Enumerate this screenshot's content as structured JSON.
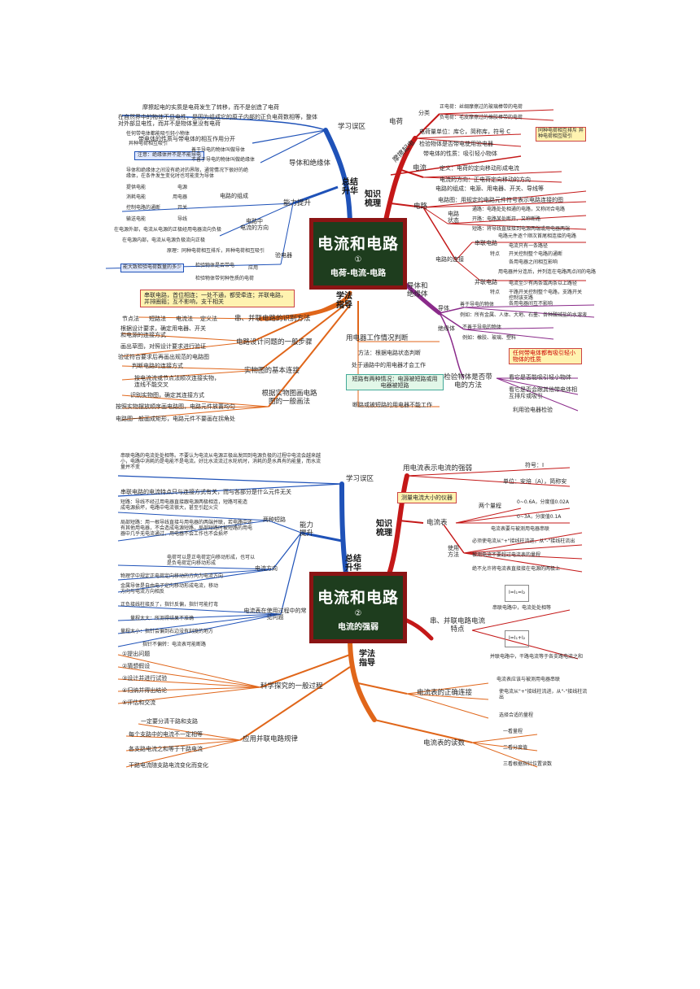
{
  "map1": {
    "center": {
      "title": "电流和电路",
      "number": "①",
      "subtitle": "电荷-电流-电路"
    },
    "hubs": {
      "summary": "总结\n升华",
      "knowledge": "知识\n梳理",
      "methods": "学法\n指导"
    },
    "top_left": {
      "mistakes_label": "学习误区",
      "mistake_1": "摩擦起电的实质是电荷发生了转移，而不是创造了电荷",
      "mistake_2": "在自然界中的物体不显电性，是因为组成它的原子内部的正负电荷数相等，整体对外部显电性，而并不是物体里没有电荷",
      "mistake_3": "带电体的性质与带电体的相互作用分开",
      "mistake_3a": "任何带电体都能吸引轻小物体",
      "mistake_3b": "异种电荷相互吸引",
      "conductor_label": "导体和绝缘体",
      "conductor_note": "注意：绝缘体并不是不能导电",
      "conductor_a": "善于导电的物体叫做导体",
      "conductor_b": "不善于导电的物体叫做绝缘体",
      "conductor_c": "导体和绝缘体之间没有绝对的界限，通常情况下很好的绝缘体，在条件发生变化时也可能变为导体"
    },
    "left_mid": {
      "ability_label": "能力提升",
      "circuit_label": "电路的组成",
      "c1a": "提供电能",
      "c1b": "电源",
      "c2a": "消耗电能",
      "c2b": "用电器",
      "c3a": "控制电路的通断",
      "c3b": "开关",
      "c4a": "输送电能",
      "c4b": "导线",
      "direction_label": "电路中\n电流的方向",
      "d1": "在电源外部，电流从电源的正极经用电器流向负极",
      "d2": "在电源内部，电流从电源负极流向正极",
      "electroscope_label": "验电器",
      "e1": "原理：同种电荷相互排斥，异种电荷相互吸引",
      "e2": "检验物体是否带电",
      "e_use": "应用",
      "e3": "检验物体带何种性质的电荷",
      "e_note": "能大致检验电荷数量的多少"
    },
    "bottom_left": {
      "mnemonic": "串联电路，首位相连；一处不通，都受牵连；并联电路，并排圈箍；互不影响，支干相关",
      "identify_label": "串、并联电路的识别方法",
      "i1": "节点法",
      "i2": "短路法",
      "i3": "电流法",
      "i4": "定义法",
      "design_label": "电路设计问题的一般步骤",
      "s1": "根据设计要求，确定用电器、开关和电源的连接方式",
      "s2": "画出草图，对照设计要求进行验证",
      "s3": "验证符合要求后再画出规范的电路图",
      "basic_label": "实物图的基本连接",
      "b1": "判断电路的连接方式",
      "b2": "按电流流或节点法顺次连接实物，连线不能交叉",
      "general_label": "根据实物图画电路图的一般画法",
      "g1": "识别实物图，确定其连接方式",
      "g2": "按照实物摆放顺序画电路图，电路元件放置均匀",
      "g3": "电路图一般画成矩形，电路元件不要画在拐角处"
    },
    "bottom_mid": {
      "work_label": "用电器工作情况判断",
      "w1": "方法：根据电路状态判断",
      "w2": "处于通路中的用电器才会工作",
      "w3": "短路有两种情况：电源被短路或用电器被短路",
      "w4": "断路或被短路的用电器不能工作"
    },
    "right": {
      "charge_label": "电荷",
      "class_label": "分类",
      "pos": "正电荷：丝绸摩擦过的玻璃棒带的电荷",
      "neg": "负电荷：毛皮摩擦过的橡胶棒带的电荷",
      "unit": "电荷量单位：库仑，简称库，符号 C",
      "detect": "检验物体是否带电使用验电器",
      "rule_box": "同种电荷相互排斥 异种电荷相互吸引",
      "friction_label": "摩擦起电",
      "nature": "带电体的性质：吸引轻小物体",
      "current_label": "电流",
      "def": "定义：电荷的定向移动形成电流",
      "dir": "电流的方向：正电荷定向移动的方向",
      "circuit_label": "电路",
      "comp": "电路的组成：电源、用电器、开关、导线等",
      "diag": "电路图：用规定的电路元件符号表示电路连接的图",
      "state_label": "电路\n状态",
      "st1": "通路：电路处处相通的电路，又称闭合电路",
      "st2": "开路：电路某处断开，又称断路",
      "st3": "短路：将导线直接接到电源两端或用电器两端",
      "conn_label": "电路的连接",
      "series_label": "串联电路",
      "series_a": "电路元件逐个顺次首尾相连接的电路",
      "series_feat": "特点",
      "series_b": "电流只有一条路径",
      "series_c": "开关控制整个电路的通断",
      "series_d": "各用电器之间相互影响",
      "parallel_label": "并联电路",
      "parallel_a": "用电器并分连后，并列连在电路两点间的电路",
      "parallel_feat": "特点",
      "parallel_b": "电流至少有两条或两条以上路径",
      "parallel_c": "干路开关控制整个电路，支路开关控制该支路",
      "parallel_d": "各用电器间互不影响",
      "ci_label": "导体和\n绝缘体",
      "cond_label": "导体",
      "cond_a": "善于导电的物体",
      "cond_b": "例如：所有金属、人体、大地、石墨、各种酸碱盐的水溶液",
      "ins_label": "绝缘体",
      "ins_a": "不善于导电的物体",
      "ins_b": "例如：橡胶、玻璃、塑料",
      "check_label": "检验物体是否带电的方法",
      "ck_box": "任何带电体都有吸引轻小物体的性质",
      "ck1": "看它是否能吸引轻小物体",
      "ck2": "看它是否会跟其他带电体相互排斥或吸引",
      "ck3": "利用验电器检验"
    }
  },
  "map2": {
    "center": {
      "title": "电流和电路",
      "number": "②",
      "subtitle": "电流的强弱"
    },
    "hubs": {
      "summary": "总结\n升华",
      "knowledge": "知识\n梳理",
      "methods": "学法\n指导"
    },
    "top_left": {
      "mistakes_label": "学习误区",
      "m1": "串联电路的电流处处相等。不要认为电流从电源正极出发回到电源负极的过程中电流会越来越小，电路中消耗的是电能不是电流。好比水流流过水轮机时，消耗的是水具有的能量，而水流量并不变",
      "m2": "串联电路的电流特点只与连接方式有关，而与各部分是什么元件无关",
      "ability_label": "能力\n提升",
      "short_label": "两种短路",
      "sh1": "短路：导线不经过用电器直接跟电源两极相连，短路可能造成电源损坏，电路中电流很大，甚至引起火灾",
      "sh2": "局部短路：用一根导线直接与用电器的两端并联，若电路中还有其他用电器，不会造成电源短路，局部短路时被短路的用电器中几乎无电流通过，用电器不会工作也不会损坏",
      "dir_label": "电流方向",
      "di1": "电荷可以是正电荷定向移动形成，也可以是负电荷定向移动形成",
      "di2": "物理学中规定正电荷定向移动的方向为电流方向",
      "di3": "金属导体是自由电子定向移动形成电流，移动方向与电流方向相反",
      "ammeter_label": "电流表在使用过程中的常见问题",
      "am1": "正负接线柱接反了，指针反偏，指针可能打弯",
      "am2": "量程太大：所测得结果不准确",
      "am3": "量程太小：指针会偏到右边没有刻度的地方",
      "am4": "指针不偏转：电流表可能断路"
    },
    "bottom_left": {
      "sci_label": "科学探究的一般过程",
      "sc1": "①提出问题",
      "sc2": "②猜想假设",
      "sc3": "③设计并进行试验",
      "sc4": "④归纳并得出结论",
      "sc5": "⑤评估和交流",
      "app_label": "应用并联电路规律",
      "ap1": "一定要分清干路和支路",
      "ap2": "每个支路中的电流不一定相等",
      "ap3": "各支路电流之和等于干路电流",
      "ap4": "干路电流随支路电流变化而变化"
    },
    "right": {
      "strength_label": "用电流表示电流的强弱",
      "symbol": "符号：I",
      "unit": "单位：安培（A），简称安",
      "instrument_box": "测量电流大小的仪器",
      "ammeter_label": "电流表",
      "range_label": "两个量程",
      "r1": "0~0.6A，分度值0.02A",
      "r2": "0~3A，分度值0.1A",
      "use_label": "使用\n方法",
      "u1": "电流表要与被测用电器串联",
      "u2": "必须使电流从\"+\"接线柱流进，从\"-\"接线柱流出",
      "u3": "被测电流不要超过电流表的量程",
      "u4": "绝不允许将电流表直接接在电源的两极上",
      "feat_label": "串、并联电路电流特点",
      "f1": "串联电路中，电流处处相等",
      "f2": "并联电路中，干路电流等于各支路电流之和",
      "formula1": "I=I₁=I₂",
      "formula2": "I=I₁+I₂",
      "correct_label": "电流表的正确连接",
      "co1": "电流表应该与被测用电器串联",
      "co2": "使电流从\"+\"接线柱流进，从\"-\"接线柱流出",
      "co3": "选择合适的量程",
      "read_label": "电流表的读数",
      "rd1": "一看量程",
      "rd2": "二看分度值",
      "rd3": "三看根据指针位置读数"
    }
  }
}
